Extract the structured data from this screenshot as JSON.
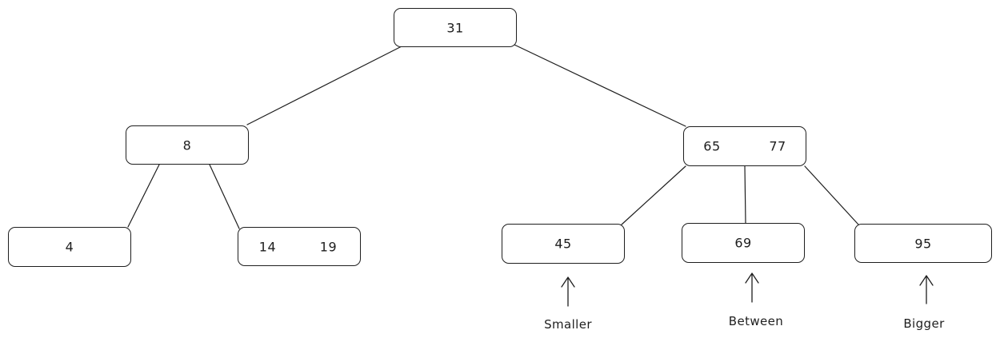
{
  "tree": {
    "root": {
      "keys": [
        "31"
      ]
    },
    "left": {
      "keys": [
        "8"
      ]
    },
    "right": {
      "keys": [
        "65",
        "77"
      ]
    },
    "left_left": {
      "keys": [
        "4"
      ]
    },
    "left_right": {
      "keys": [
        "14",
        "19"
      ]
    },
    "right_left": {
      "keys": [
        "45"
      ]
    },
    "right_middle": {
      "keys": [
        "69"
      ]
    },
    "right_right": {
      "keys": [
        "95"
      ]
    }
  },
  "annotations": {
    "smaller": "Smaller",
    "between": "Between",
    "bigger": "Bigger"
  }
}
